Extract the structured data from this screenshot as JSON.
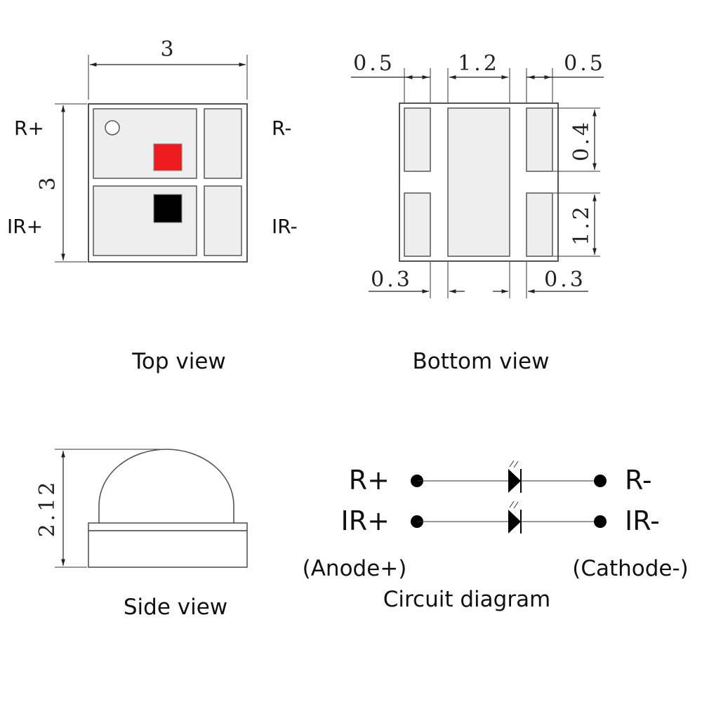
{
  "top_view": {
    "caption": "Top view",
    "dim_width": "3",
    "dim_height": "3",
    "pins": {
      "r_plus": "R+",
      "r_minus": "R-",
      "ir_plus": "IR+",
      "ir_minus": "IR-"
    },
    "colors": {
      "red_chip": "#ee1c1c",
      "ir_chip": "#000000"
    }
  },
  "bottom_view": {
    "caption": "Bottom view",
    "dims": {
      "pad_left_w": "0.5",
      "pad_center_w": "1.2",
      "pad_right_w": "0.5",
      "pad_top_h": "0.4",
      "pad_bottom_h": "1.2",
      "gap_left": "0.3",
      "gap_right": "0.3"
    }
  },
  "side_view": {
    "caption": "Side view",
    "dim_height": "2.12"
  },
  "circuit": {
    "caption": "Circuit diagram",
    "r_plus": "R+",
    "r_minus": "R-",
    "ir_plus": "IR+",
    "ir_minus": "IR-",
    "anode": "(Anode+)",
    "cathode": "(Cathode-)"
  }
}
